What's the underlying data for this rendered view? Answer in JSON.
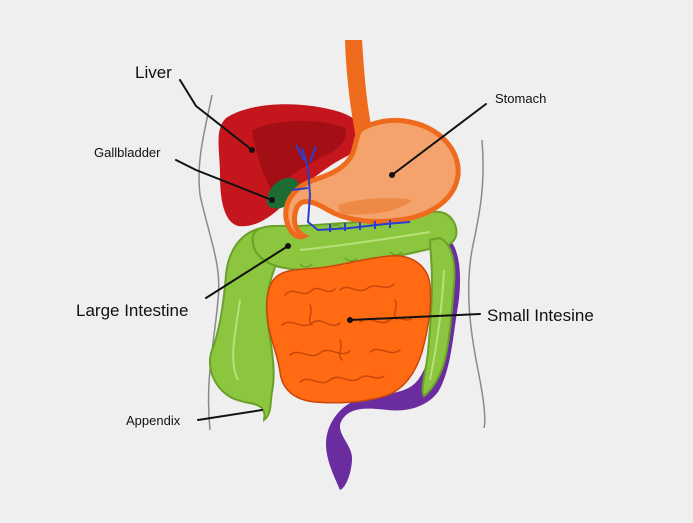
{
  "labels": {
    "liver": "Liver",
    "stomach": "Stomach",
    "gallbladder": "Gallbladder",
    "large_intestine": "Large Intestine",
    "small_intestine": "Small Intesine",
    "appendix": "Appendix"
  },
  "colors": {
    "background": "#efefef",
    "liver": "#c4161c",
    "liver_shade": "#a40f16",
    "stomach": "#f5a36c",
    "stomach_outline": "#ee6a1c",
    "esophagus": "#ee6a1c",
    "gallbladder": "#1d6b35",
    "bile_duct": "#2a3fd0",
    "large_intestine": "#8cc63f",
    "large_intestine_dark": "#6aa12a",
    "small_intestine": "#ff6a13",
    "small_intestine_line": "#c9470a",
    "rectum": "#6a2c9e",
    "body_outline": "#8a8a8a"
  }
}
